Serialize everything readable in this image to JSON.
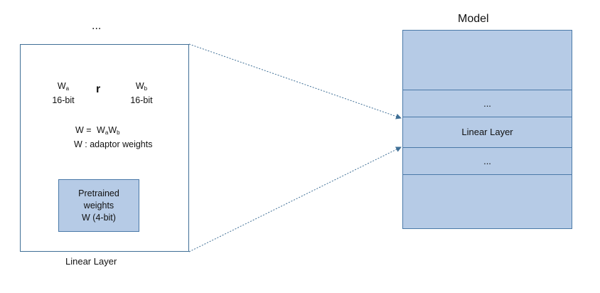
{
  "top_ellipsis": "...",
  "left_panel": {
    "caption": "Linear Layer",
    "wa": {
      "name": "W",
      "sub": "a",
      "bits": "16-bit"
    },
    "wb": {
      "name": "W",
      "sub": "b",
      "bits": "16-bit"
    },
    "rank_label": "r",
    "formula": {
      "lhs": "W = ",
      "w1": "W",
      "s1": "a",
      "w2": "W",
      "s2": "b"
    },
    "formula_note": "W : adaptor weights",
    "pretrained": {
      "line1": "Pretrained",
      "line2": "weights",
      "line3": "W (4-bit)"
    }
  },
  "model": {
    "title": "Model",
    "band_top": "...",
    "middle": "Linear Layer",
    "band_bottom": "..."
  },
  "colors": {
    "orange": "#f4a582",
    "orange_stroke": "#d9825a",
    "blue_fill": "#b6cbe6",
    "blue_stroke": "#4a79a8"
  }
}
